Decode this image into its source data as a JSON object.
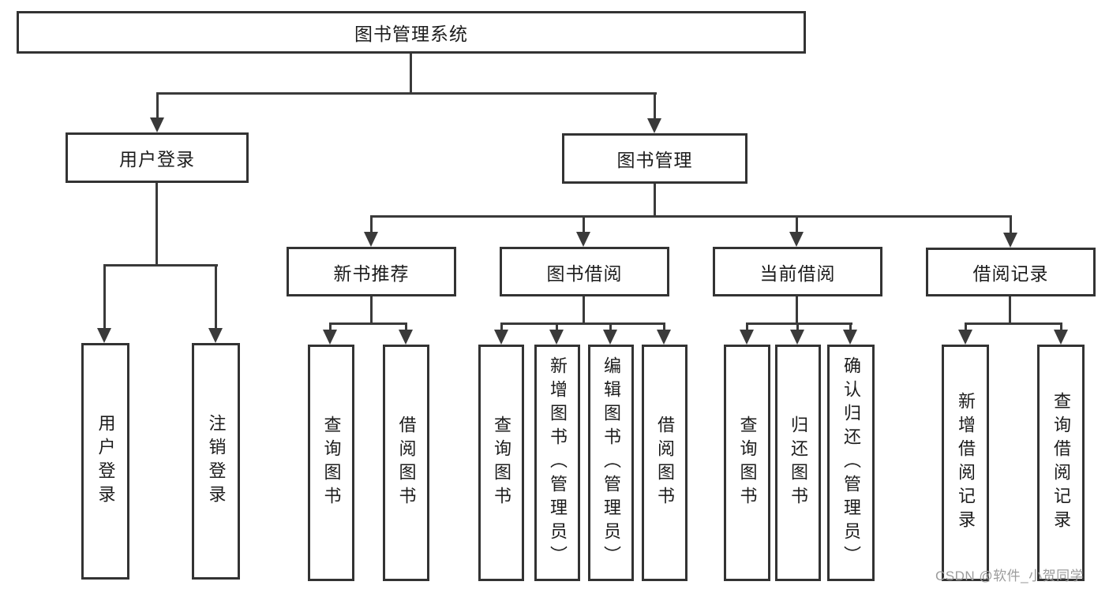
{
  "tree": {
    "root": {
      "label": "图书管理系统",
      "children": [
        {
          "label": "用户登录",
          "children": [
            {
              "label": "用户登录"
            },
            {
              "label": "注销登录"
            }
          ]
        },
        {
          "label": "图书管理",
          "children": [
            {
              "label": "新书推荐",
              "children": [
                {
                  "label": "查询图书"
                },
                {
                  "label": "借阅图书"
                }
              ]
            },
            {
              "label": "图书借阅",
              "children": [
                {
                  "label": "查询图书"
                },
                {
                  "label": "新增图书（管理员）"
                },
                {
                  "label": "编辑图书（管理员）"
                },
                {
                  "label": "借阅图书"
                }
              ]
            },
            {
              "label": "当前借阅",
              "children": [
                {
                  "label": "查询图书"
                },
                {
                  "label": "归还图书"
                },
                {
                  "label": "确认归还（管理员）"
                }
              ]
            },
            {
              "label": "借阅记录",
              "children": [
                {
                  "label": "新增借阅记录"
                },
                {
                  "label": "查询借阅记录"
                }
              ]
            }
          ]
        }
      ]
    }
  },
  "watermark": {
    "text": "CSDN @软件_小贺同学"
  },
  "colors": {
    "line": "#3a3a3a",
    "border": "#333333",
    "text": "#1c1c1c",
    "watermark_text": "#9c9c9c",
    "background": "#ffffff"
  }
}
